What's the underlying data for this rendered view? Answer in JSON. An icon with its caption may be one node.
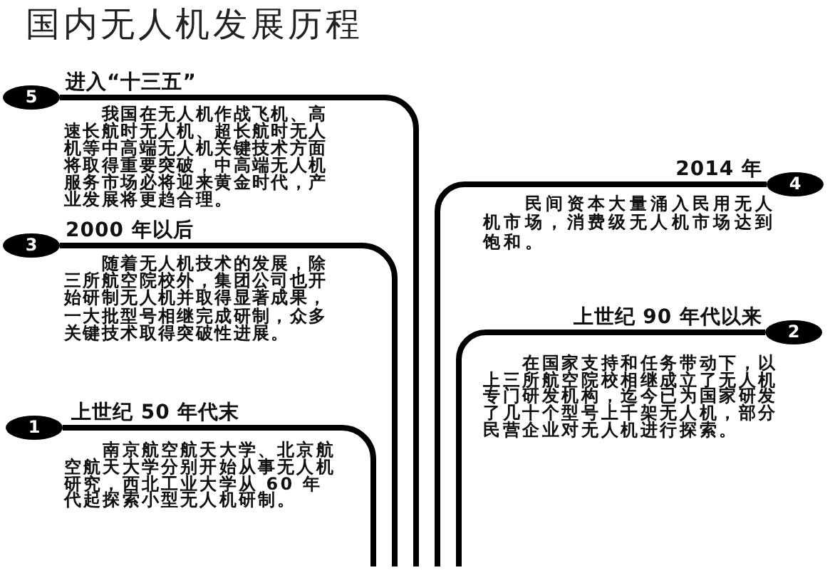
{
  "diagram": {
    "title": "国内无人机发展历程",
    "nodes": [
      {
        "text": [
          "5"
        ],
        "beside": [
          "进入“十三五”",
          "我国在无人机作战飞机、高速长航时无人机、超长航时无人机等中高端无人机关键技术方面将取得重要突破，中高端无人机服务市场必将迎来黄金时代，产业发展将更趋合理。"
        ]
      },
      {
        "text": [
          "4"
        ],
        "beside": [
          "2014 年",
          "民间资本大量涌入民用无人机市场，消费级无人机市场达到饱和。"
        ]
      },
      {
        "text": [
          "3"
        ],
        "beside": [
          "2000 年以后",
          "随着无人机技术的发展，除三所航空院校外，集团公司也开始研制无人机并取得显著成果，一大批型号相继完成研制，众多关键技术取得突破性进展。"
        ]
      },
      {
        "text": [
          "2"
        ],
        "beside": [
          "上世纪 90 年代以来",
          "在国家支持和任务带动下，以上三所航空院校相继成立了无人机专门研发机构，迄今已为国家研发了几十个型号上千架无人机，部分民营企业对无人机进行探索。"
        ]
      },
      {
        "text": [
          "1"
        ],
        "beside": [
          "上世纪 50 年代末",
          "南京航空航天大学、北京航空航天大学分别开始从事无人机研究，西北工业大学从 60 年代起探索小型无人机研制。"
        ]
      }
    ],
    "edges": [
      {
        "from": 0,
        "to": null,
        "arrow": "none"
      },
      {
        "from": 1,
        "to": null,
        "arrow": "none"
      },
      {
        "from": 2,
        "to": null,
        "arrow": "none"
      },
      {
        "from": 3,
        "to": null,
        "arrow": "none"
      },
      {
        "from": 4,
        "to": null,
        "arrow": "none"
      }
    ]
  }
}
